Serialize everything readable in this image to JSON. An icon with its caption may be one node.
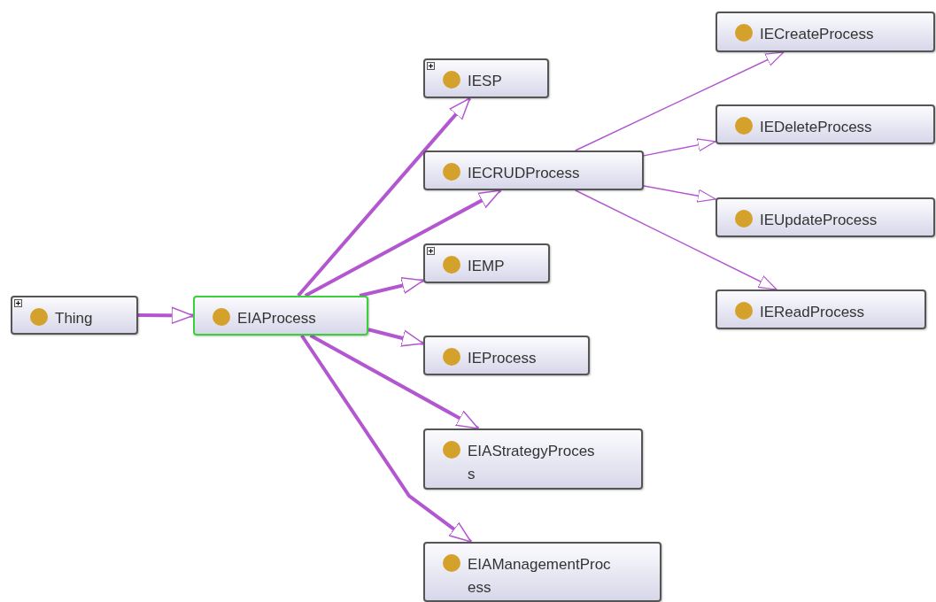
{
  "diagram": {
    "nodes": [
      {
        "text": [
          "Thing"
        ]
      },
      {
        "text": [
          "EIAProcess"
        ]
      },
      {
        "text": [
          "IESP"
        ]
      },
      {
        "text": [
          "IECRUDProcess"
        ]
      },
      {
        "text": [
          "IEMP"
        ]
      },
      {
        "text": [
          "IEProcess"
        ]
      },
      {
        "text": [
          "EIAStrategyProcess"
        ]
      },
      {
        "text": [
          "EIAManagementProcess"
        ]
      },
      {
        "text": [
          "IECreateProcess"
        ]
      },
      {
        "text": [
          "IEDeleteProcess"
        ]
      },
      {
        "text": [
          "IEUpdateProcess"
        ]
      },
      {
        "text": [
          "IEReadProcess"
        ]
      }
    ],
    "edges": [
      {
        "from": 0,
        "to": 1,
        "arrow": "to"
      },
      {
        "from": 1,
        "to": 2,
        "arrow": "to"
      },
      {
        "from": 1,
        "to": 3,
        "arrow": "to"
      },
      {
        "from": 1,
        "to": 4,
        "arrow": "to"
      },
      {
        "from": 1,
        "to": 5,
        "arrow": "to"
      },
      {
        "from": 1,
        "to": 6,
        "arrow": "to"
      },
      {
        "from": 1,
        "to": 7,
        "arrow": "to"
      },
      {
        "from": 3,
        "to": 8,
        "arrow": "to"
      },
      {
        "from": 3,
        "to": 9,
        "arrow": "to"
      },
      {
        "from": 3,
        "to": 10,
        "arrow": "to"
      },
      {
        "from": 3,
        "to": 11,
        "arrow": "to"
      }
    ]
  }
}
